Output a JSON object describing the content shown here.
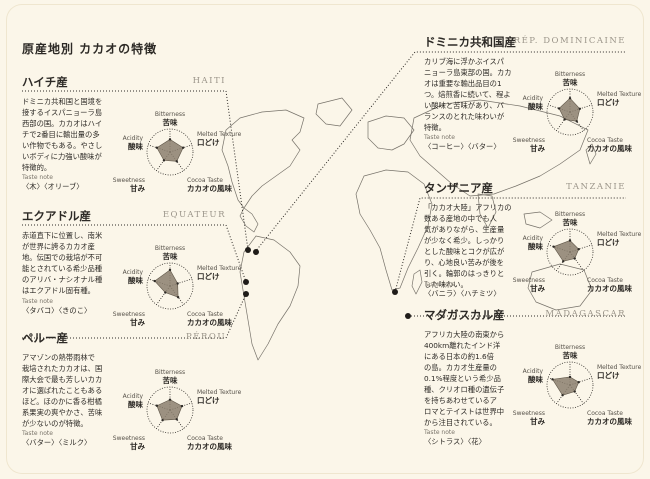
{
  "title": "原産地別 カカオの特徴",
  "regions": [
    {
      "name_jp": "ハイチ産",
      "name_en": "HAITI",
      "description": "ドミニカ共和国と国境を\n接するイスパニョーラ島\n西部の国。カカオはハイ\nチで2番目に輸出量の多\nい作物でもある。やさし\nいボディに力強い酸味が\n特徴的。",
      "taste_note_label": "Taste note",
      "taste_note": "〈木〉〈オリーブ〉",
      "radar": [
        0.55,
        0.6,
        0.5,
        0.45,
        0.6
      ]
    },
    {
      "name_jp": "エクアドル産",
      "name_en": "EQUATEUR",
      "description": "赤道直下に位置し、南米\nが世界に誇るカカオ産\n地。伝国での栽培が不可\n能とされている希少品種\nのアリバ・ナシオナル種\nはエクアドル固有種。",
      "taste_note_label": "Taste note",
      "taste_note": "〈タバコ〉〈きのこ〉",
      "radar": [
        0.7,
        0.35,
        0.6,
        0.35,
        0.7
      ]
    },
    {
      "name_jp": "ペルー産",
      "name_en": "PÉROU",
      "description": "アマゾンの熱帯雨林で\n栽培されたカカオは、国\n際大会で最も芳しいカカ\nオに選ばれたこともある\nほど。ほのかに香る柑橘\n系果実の爽やかさ、苦味\nが少ないのが特徴。",
      "taste_note_label": "Taste note",
      "taste_note": "〈バター〉〈ミルク〉",
      "radar": [
        0.45,
        0.55,
        0.5,
        0.55,
        0.6
      ]
    },
    {
      "name_jp": "ドミニカ共和国産",
      "name_en": "RÉP. DOMINICAINE",
      "description": "カリブ海に浮かぶイスパ\nニョーラ島東部の国。カカ\nオは重要な輸出品目の1\nつ。焙煎香に続いて、程よ\nい酸味と苦味があり、バ\nランスのとれた味わいが\n特徴。",
      "taste_note_label": "Taste note",
      "taste_note": "〈コーヒー〉〈バター〉",
      "radar": [
        0.6,
        0.45,
        0.5,
        0.4,
        0.5
      ]
    },
    {
      "name_jp": "タンザニア産",
      "name_en": "TANZANIE",
      "description": "「カカオ大陸」アフリカの\n数ある産地の中でも人\n気がありながら、生産量\nが少なく希少。しっかり\nとした酸味とコクが広が\nり、心地良い苦みが後を\n引く。輪郭のはっきりと\nした味わい。",
      "taste_note_label": "Taste note",
      "taste_note": "〈バニラ〉〈ハチミツ〉",
      "radar": [
        0.5,
        0.4,
        0.35,
        0.5,
        0.75
      ]
    },
    {
      "name_jp": "マダガスカル産",
      "name_en": "MADAGASCAR",
      "description": "アフリカ大陸の南東から\n400km離れたインド洋\nにある日本の約1.6倍\nの島。カカオ生産量の\n0.1%程度という希少品\n種、クリオロ種の遺伝子\nを持ちあわせているア\nロマとテイストは世界中\nから注目されている。",
      "taste_note_label": "Taste note",
      "taste_note": "〈シトラス〉〈花〉",
      "radar": [
        0.35,
        0.4,
        0.35,
        0.55,
        0.8
      ]
    }
  ],
  "radar_axes": [
    {
      "en": "Bitterness",
      "jp": "苦味"
    },
    {
      "en": "Melted Texture",
      "jp": "口どけ"
    },
    {
      "en": "Cocoa Taste",
      "jp": "カカオの風味"
    },
    {
      "en": "Sweetness",
      "jp": "甘み"
    },
    {
      "en": "Acidity",
      "jp": "酸味"
    }
  ],
  "colors": {
    "accent": "#8b7f6e",
    "ink": "#2d2a26",
    "paper": "#fbf6e9"
  }
}
